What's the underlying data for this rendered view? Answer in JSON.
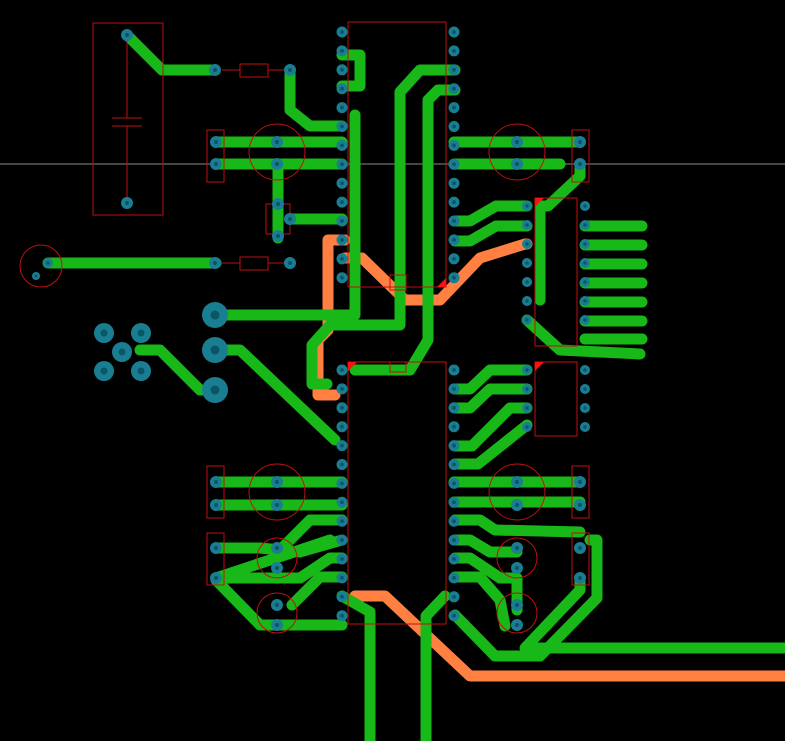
{
  "diagram": {
    "kind": "pcb-layout",
    "layers": [
      "top-copper",
      "bottom-copper",
      "silkscreen",
      "pads"
    ],
    "colors": {
      "background": "#000000",
      "top_copper": "#18b818",
      "bottom_copper": "#ff8040",
      "silkscreen": "#c01010",
      "pad": "#1a7e92",
      "pad_hole": "#0b5666",
      "pin1_marker": "#ff1010",
      "crosshair": "#8a8a8a"
    },
    "icons": {
      "pad": "via-pad-icon",
      "capacitor": "capacitor-symbol-icon",
      "resistor": "resistor-symbol-icon"
    }
  }
}
